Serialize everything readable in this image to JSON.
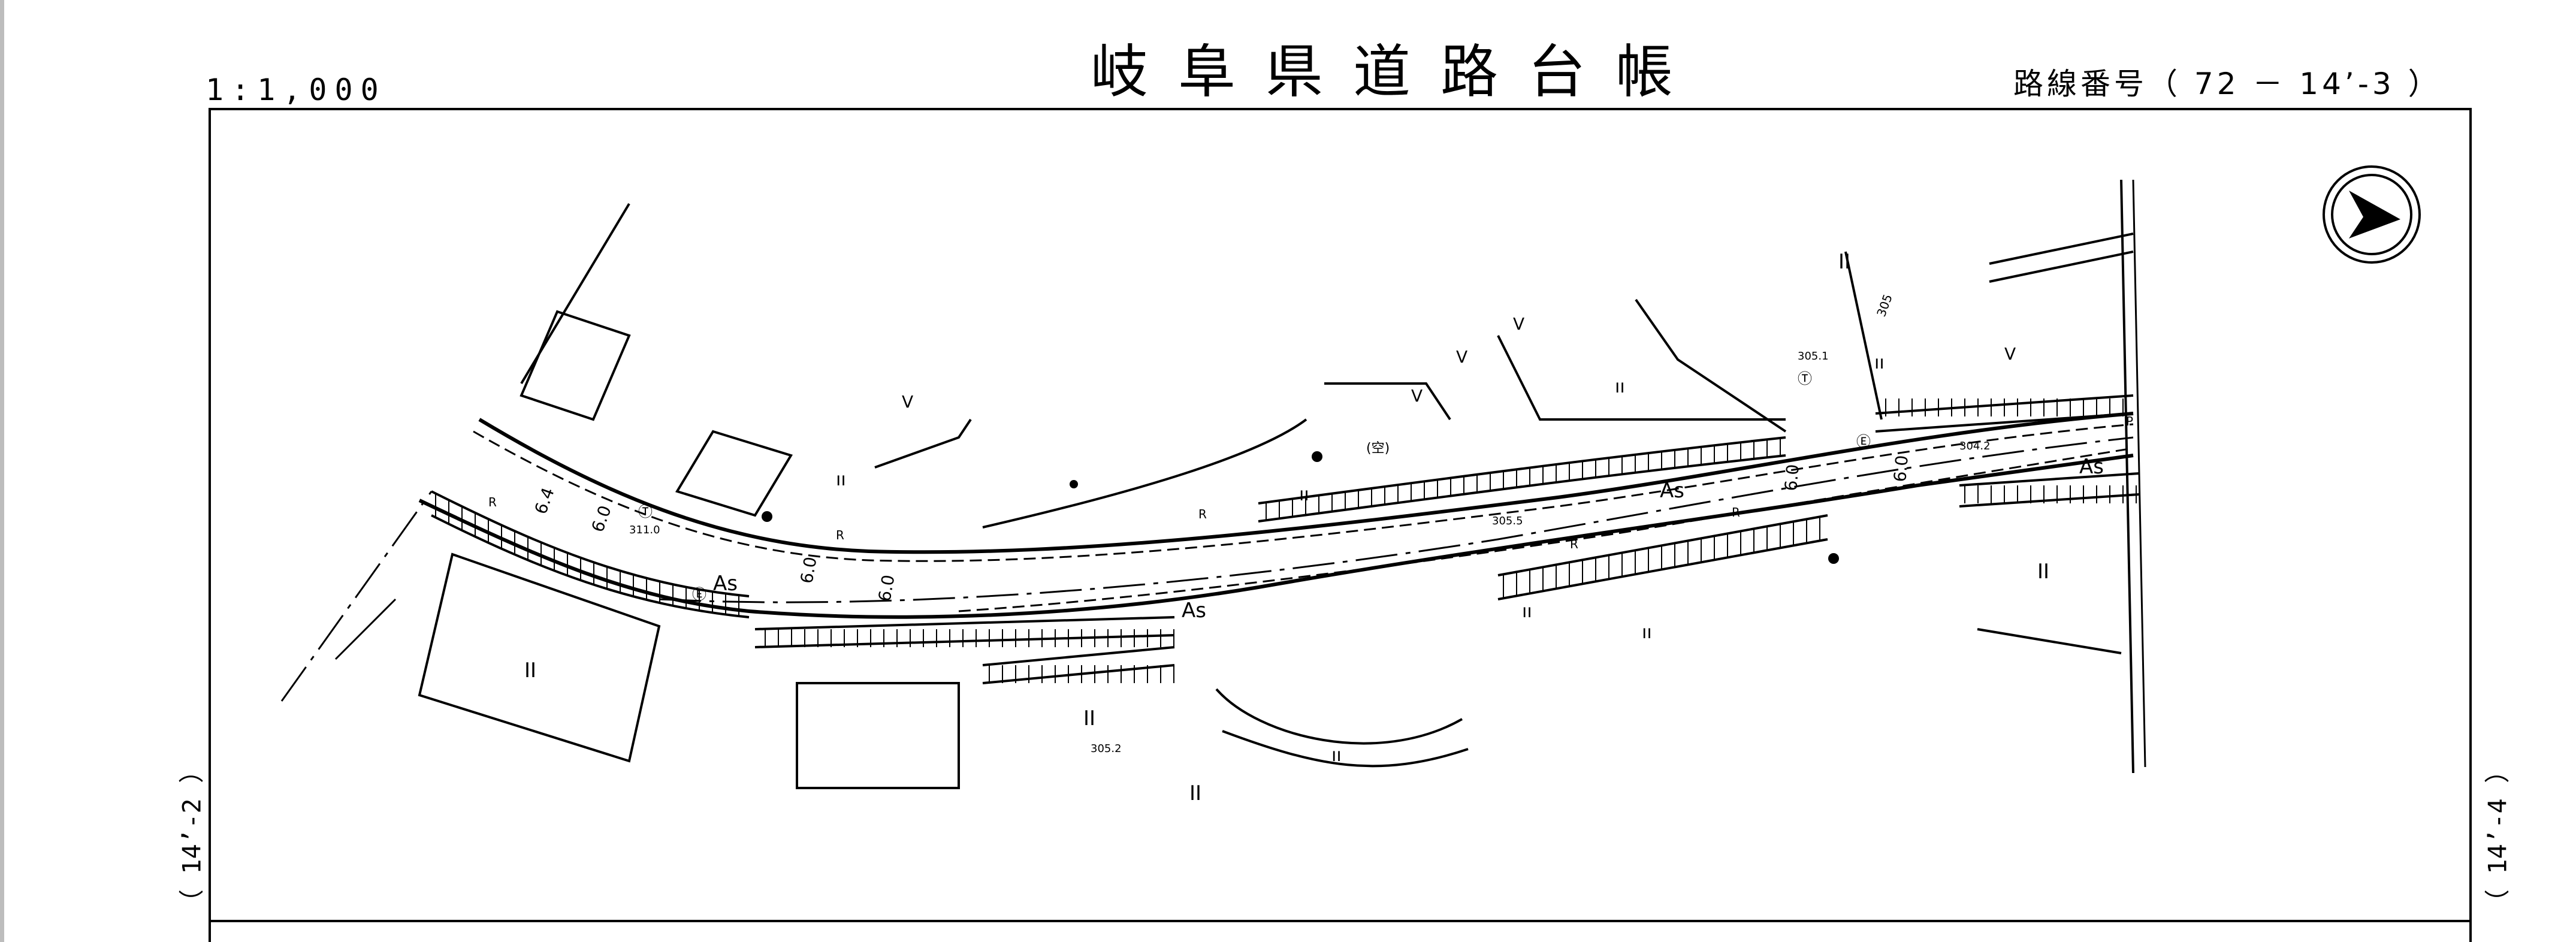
{
  "header": {
    "scale": "1:1,000",
    "title": "岐阜県道路台帳",
    "route_label": "路線番号（ 72 － 14’-3 ）"
  },
  "sheet_refs": {
    "left": "（ 14’-2 ）",
    "right": "（ 14’-4 ）"
  },
  "map_labels": {
    "pavement": "As",
    "width_6": "6.0",
    "width_64": "6.4",
    "elev_311": "311.0",
    "elev_3055": "305.5",
    "elev_3042": "304.2",
    "elev_3051": "305.1",
    "elev_3052": "305.2",
    "contour_305": "305",
    "vacant": "(空)",
    "paddy": "II",
    "field": "ıı",
    "orchard": "V",
    "retaining_wall": "R",
    "telephone_pole": "Ⓣ",
    "power_pole": "Ⓔ",
    "pole_p": "P"
  }
}
